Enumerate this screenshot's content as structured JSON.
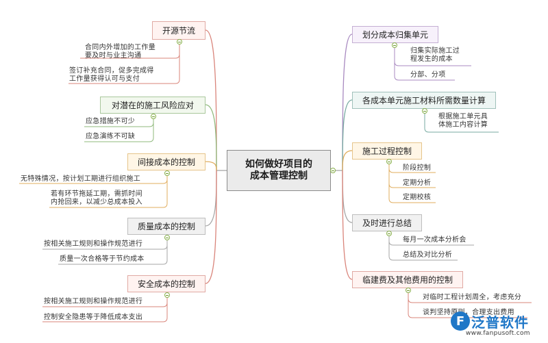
{
  "root": {
    "lines": [
      "如何做好项目的",
      "成本管理控制"
    ]
  },
  "left_branches": [
    {
      "title": "开源节流",
      "theme": "red",
      "leaves": [
        [
          "合同内外增加的工作量",
          "要及时与业主沟通"
        ],
        [
          "签订补充合同，促多完成得",
          "工作量获得认可与支付"
        ]
      ]
    },
    {
      "title": "对潜在的施工风险应对",
      "theme": "green",
      "leaves": [
        [
          "应急措施不可少"
        ],
        [
          "应急演练不可缺"
        ]
      ]
    },
    {
      "title": "间接成本的控制",
      "theme": "orange",
      "leaves": [
        [
          "无特殊情况，按计划工期进行组织施工"
        ],
        [
          "若有环节拖延工期，需抓时间",
          "内抢回来，以减少总成本投入"
        ]
      ]
    },
    {
      "title": "质量成本的控制",
      "theme": "gray",
      "leaves": [
        [
          "按相关施工规则和操作规范进行"
        ],
        [
          "质量一次合格等于节约成本"
        ]
      ]
    },
    {
      "title": "安全成本的控制",
      "theme": "red",
      "leaves": [
        [
          "按相关施工规则和操作规范进行"
        ],
        [
          "控制安全隐患等于降低成本支出"
        ]
      ]
    }
  ],
  "right_branches": [
    {
      "title": "划分成本归集单元",
      "theme": "purple",
      "leaves": [
        [
          "归集实际施工过",
          "程发生的成本"
        ],
        [
          "分部、分项"
        ]
      ]
    },
    {
      "title": "各成本单元施工材料所需数量计算",
      "theme": "teal",
      "leaves": [
        [
          "根据施工单元具",
          "体施工内容计算"
        ]
      ]
    },
    {
      "title": "施工过程控制",
      "theme": "orange",
      "leaves": [
        [
          "阶段控制"
        ],
        [
          "定期分析"
        ],
        [
          "定期校核"
        ]
      ]
    },
    {
      "title": "及时进行总结",
      "theme": "gray",
      "leaves": [
        [
          "每月一次成本分析会"
        ],
        [
          "总结及对比分析"
        ]
      ]
    },
    {
      "title": "临建费及其他费用的控制",
      "theme": "red",
      "leaves": [
        [
          "对临时工程计划周全，考虑充分"
        ],
        [
          "谈判坚持原则，合理支出费用"
        ]
      ]
    }
  ],
  "colors": {
    "red": "#d9847a",
    "purple": "#a889c0",
    "green": "#8fb97b",
    "orange": "#e0ad5e",
    "gray": "#a6a6a6",
    "teal": "#77aaa1",
    "toggle": "#88b04b"
  },
  "logo": {
    "badge": "F",
    "name": "泛普软件",
    "url": "www.fanpusoft.com"
  }
}
